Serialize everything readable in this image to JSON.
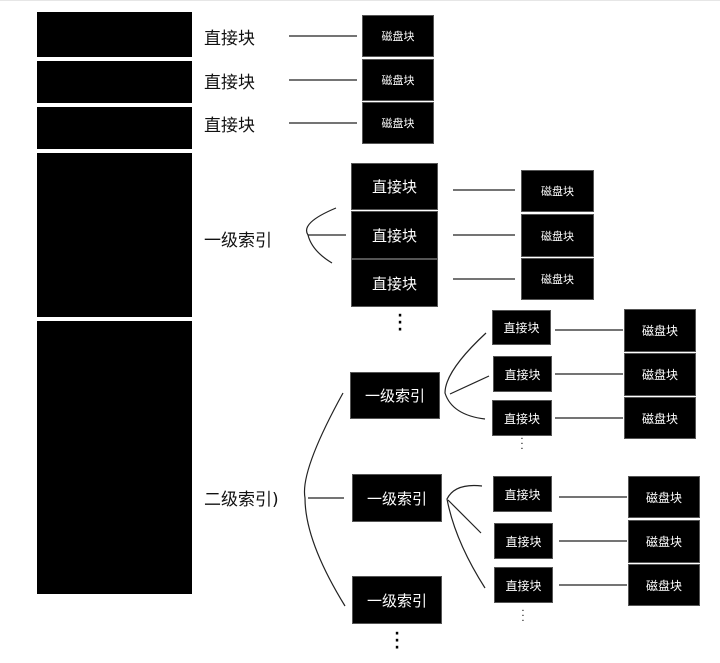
{
  "inode_blocks": [
    "",
    "",
    "",
    "",
    ""
  ],
  "labels": {
    "direct": "直接块",
    "disk": "磁盘块",
    "single_indirect": "一级索引",
    "double_indirect": "二级索引)",
    "ellipsis": "⋮"
  }
}
